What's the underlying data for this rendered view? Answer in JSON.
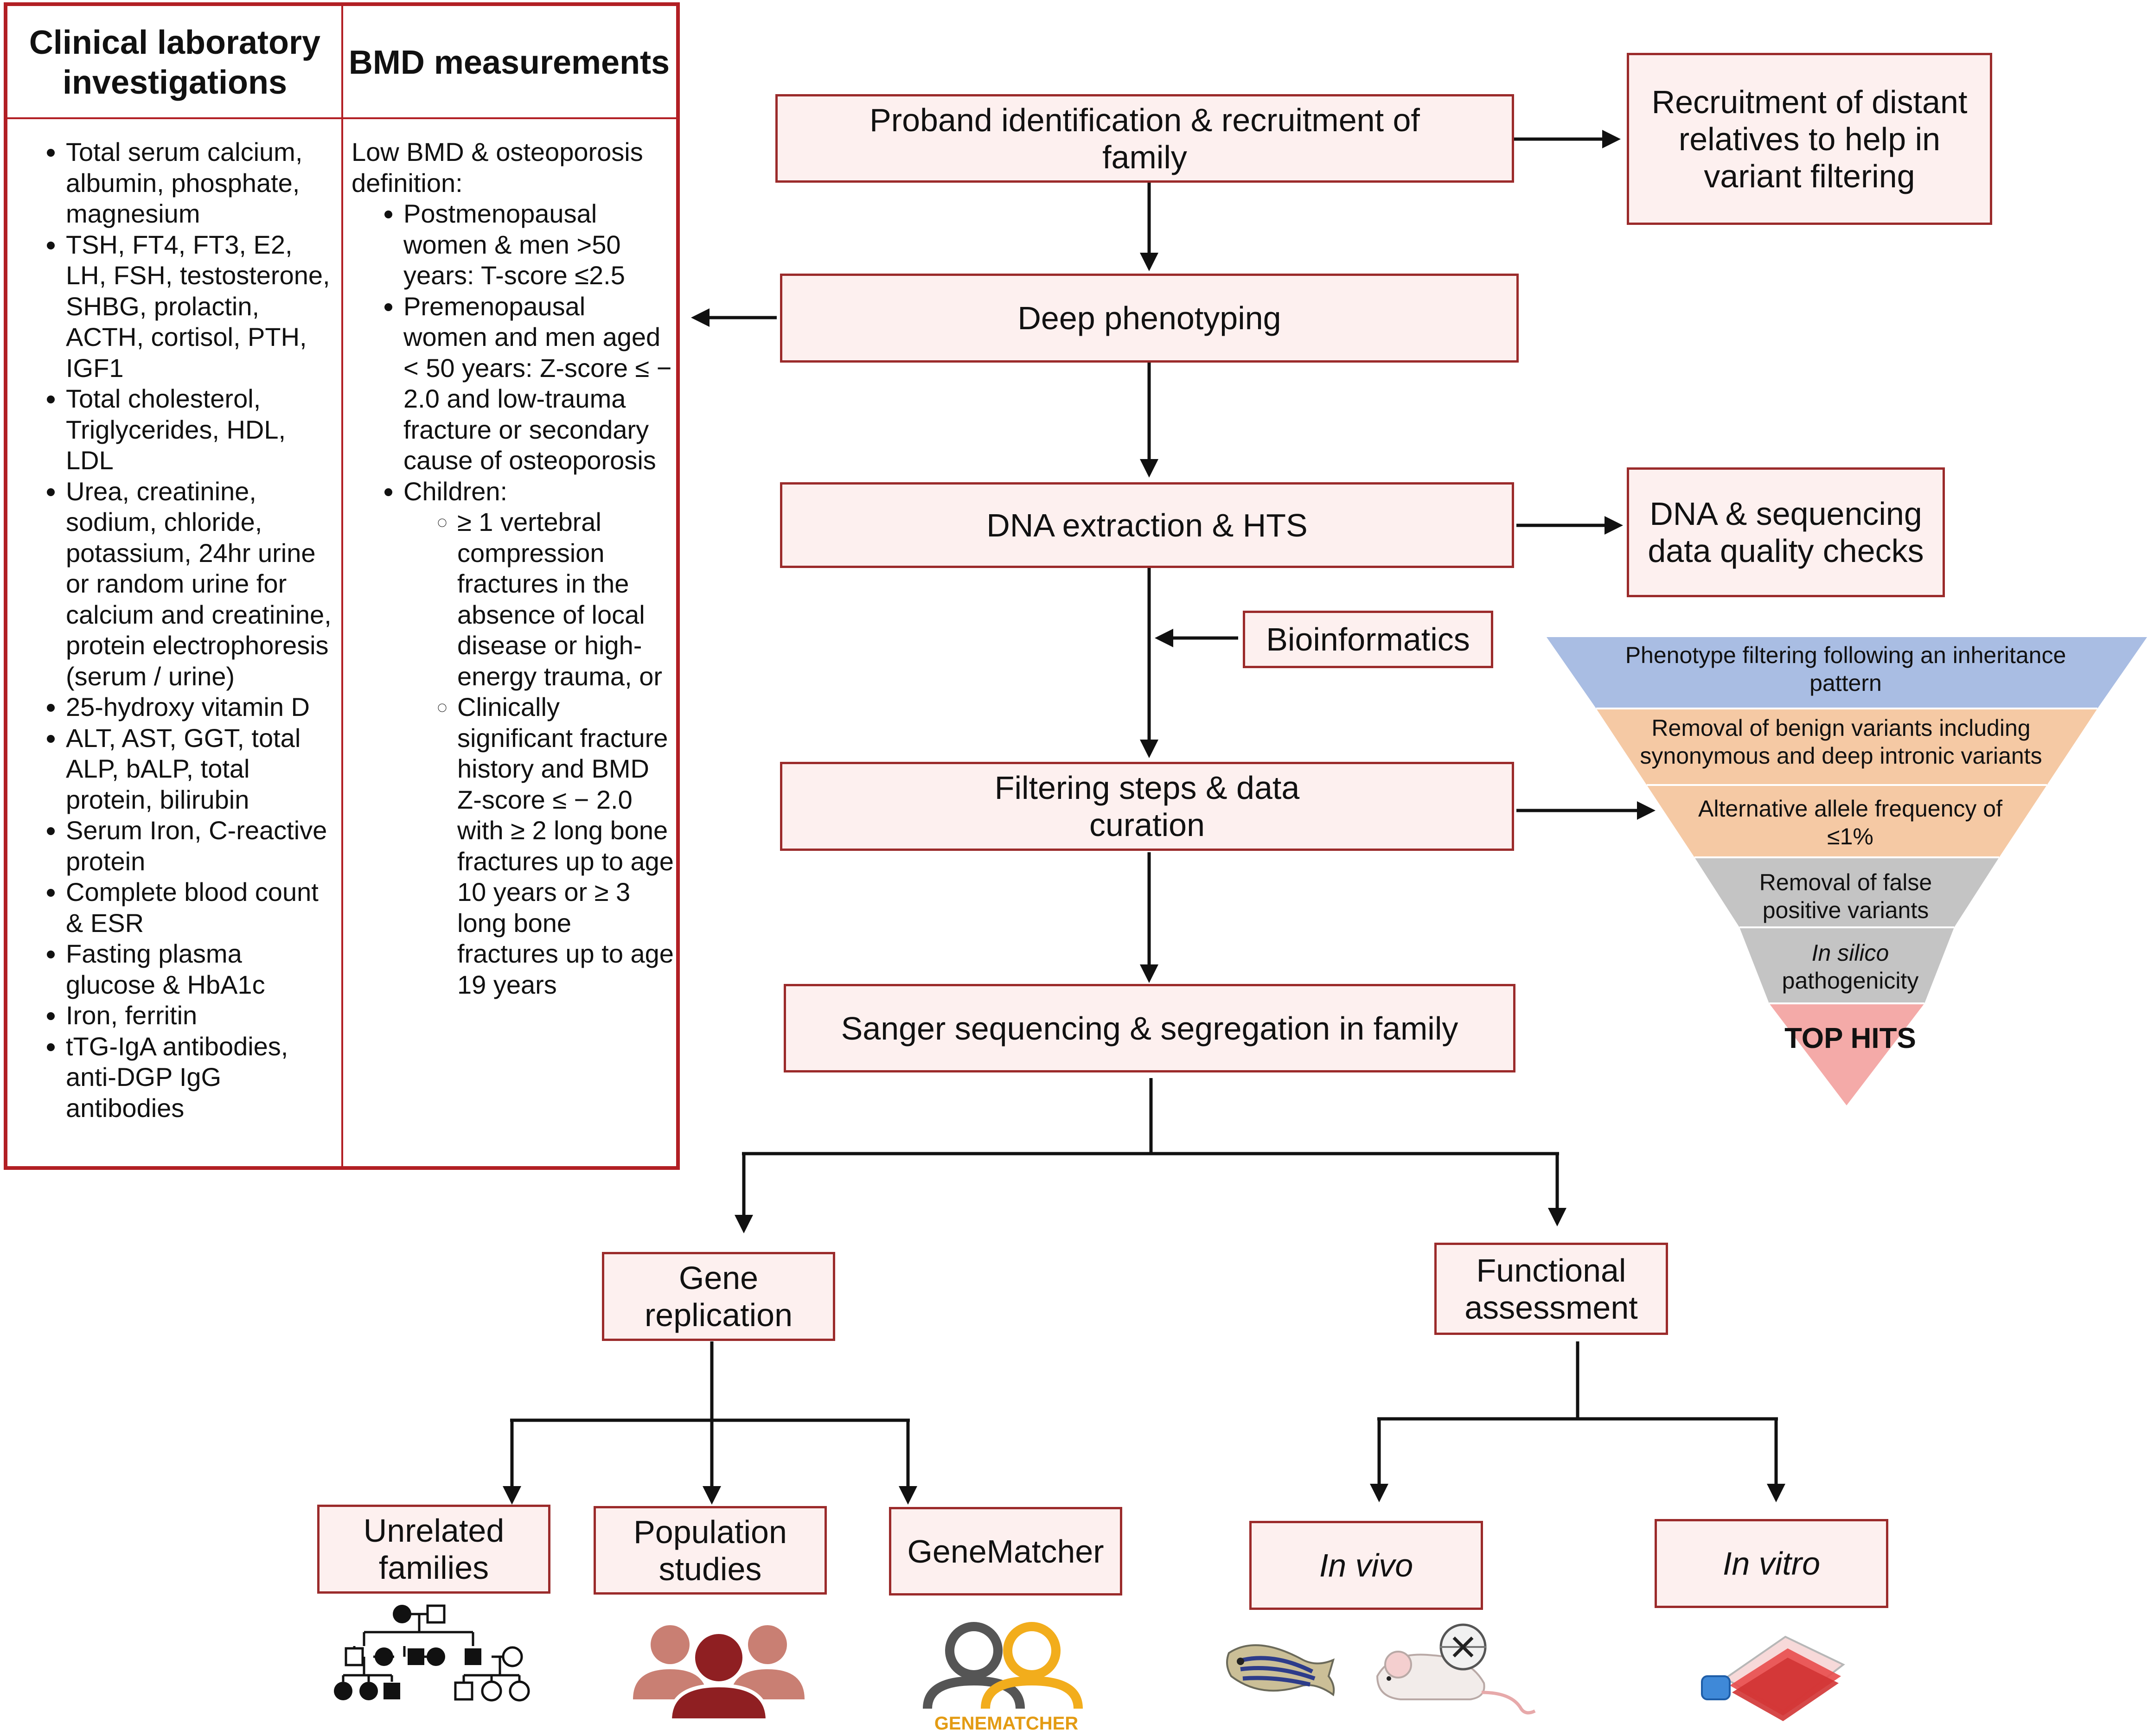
{
  "table": {
    "header_left": "Clinical laboratory investigations",
    "header_right": "BMD measurements",
    "clinical_items": [
      "Total serum calcium, albumin, phosphate, magnesium",
      "TSH, FT4, FT3, E2, LH, FSH, testosterone, SHBG, prolactin, ACTH, cortisol, PTH, IGF1",
      "Total cholesterol, Triglycerides, HDL, LDL",
      "Urea, creatinine, sodium, chloride, potassium, 24hr urine or random urine for calcium and creatinine, protein electrophoresis (serum / urine)",
      "25-hydroxy vitamin D",
      "ALT, AST, GGT, total ALP, bALP, total protein, bilirubin",
      "Serum Iron, C-reactive protein",
      "Complete blood count & ESR",
      "Fasting plasma glucose & HbA1c",
      "Iron, ferritin",
      "tTG-IgA antibodies, anti-DGP IgG antibodies"
    ],
    "bmd_intro": "Low BMD & osteoporosis definition:",
    "bmd_items": [
      "Postmenopausal women & men >50 years: T-score ≤2.5",
      "Premenopausal women and men aged < 50 years: Z-score ≤ − 2.0 and low-trauma fracture or secondary cause of osteoporosis",
      "Children:"
    ],
    "bmd_child_items": [
      "≥ 1 vertebral compression fractures in the absence of local disease or high-energy trauma, or",
      "Clinically significant fracture history and BMD Z-score ≤ − 2.0 with ≥ 2 long bone fractures up to age 10 years or ≥ 3 long bone fractures up to age 19 years"
    ]
  },
  "flow": {
    "proband": "Proband identification & recruitment of family",
    "recruitment": "Recruitment of distant relatives to help in variant filtering",
    "phenotyping": "Deep phenotyping",
    "dna": "DNA extraction & HTS",
    "quality": "DNA & sequencing data quality checks",
    "bioinformatics": "Bioinformatics",
    "filtering": "Filtering steps & data curation",
    "sanger": "Sanger sequencing & segregation in family",
    "gene_replication": "Gene replication",
    "functional": "Functional assessment",
    "unrelated": "Unrelated families",
    "population": "Population studies",
    "genematcher": "GeneMatcher",
    "in_vivo": "In vivo",
    "in_vitro": "In vitro"
  },
  "funnel": {
    "levels": [
      {
        "text": "Phenotype filtering following an inheritance pattern",
        "color": "#a9bde3"
      },
      {
        "text": "Removal of benign variants including synonymous and deep intronic variants",
        "color": "#f5c9a4"
      },
      {
        "text": "Alternative allele frequency of  ≤1%",
        "color": "#f5c9a4"
      },
      {
        "text": "Removal of false positive variants",
        "color": "#c4c4c4"
      },
      {
        "text_italic": "In silico",
        "text": "pathogenicity",
        "color": "#c4c4c4"
      }
    ],
    "tip_color": "#f4aaa8",
    "top_hits": "TOP HITS"
  },
  "logo": {
    "text": "GENEMATCHER"
  },
  "colors": {
    "box_border": "#9b2b2b",
    "box_fill": "#fdf0ef",
    "table_border": "#b21f24",
    "arrow": "#111111"
  }
}
